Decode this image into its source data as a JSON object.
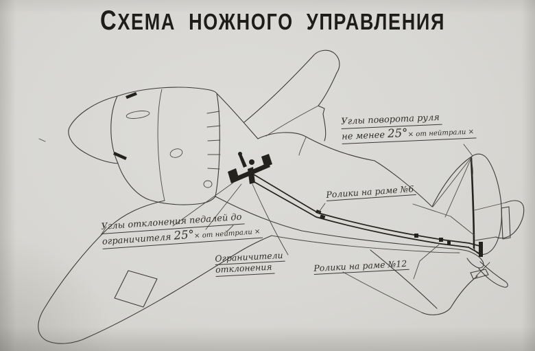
{
  "colors": {
    "paper": "#d8d7d3",
    "ink": "#3c3a36",
    "title_ink": "#1e1d19"
  },
  "title": "СХЕМА НОЖНОГО УПРАВЛЕНИЯ",
  "labels": {
    "rudder_angle": {
      "line1": "Углы поворота руля",
      "line2_pre": "не менее",
      "line2_deg": "25°",
      "line2_post": "× от нейтрали ×"
    },
    "rollers_frame_6": "Ролики на раме №6",
    "pedal_angle": {
      "line1": "Углы отклонения педалей до",
      "line2_pre": "ограничителя",
      "line2_deg": "25°",
      "line2_post": "× от нейтрали ×"
    },
    "deflection_limiters": {
      "line1": "Ограничители",
      "line2": "отклонения"
    },
    "rollers_frame_12": "Ролики на раме №12"
  }
}
